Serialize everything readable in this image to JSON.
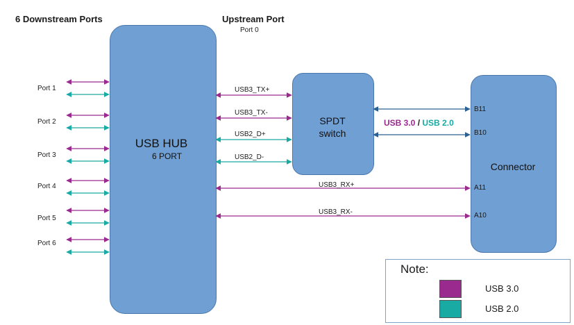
{
  "header": {
    "downstream_title": "6 Downstream Ports",
    "upstream_title": "Upstream Port",
    "upstream_sub": "Port 0"
  },
  "ports": [
    "Port 1",
    "Port 2",
    "Port 3",
    "Port 4",
    "Port 5",
    "Port 6"
  ],
  "hub": {
    "title": "USB HUB",
    "subtitle": "6 PORT"
  },
  "spdt": {
    "line1": "SPDT",
    "line2": "switch"
  },
  "connector": {
    "title": "Connector",
    "pins": [
      "B11",
      "B10",
      "A11",
      "A10"
    ]
  },
  "signals": {
    "tx_plus": "USB3_TX+",
    "tx_minus": "USB3_TX-",
    "d_plus": "USB2_D+",
    "d_minus": "USB2_D-",
    "rx_plus": "USB3_RX+",
    "rx_minus": "USB3_RX-"
  },
  "mux_label": {
    "usb3": "USB 3.0",
    "sep": "/",
    "usb2": "USB 2.0"
  },
  "note": {
    "title": "Note:",
    "items": [
      {
        "label": "USB 3.0",
        "color": "#9b2a8f"
      },
      {
        "label": "USB 2.0",
        "color": "#19aaa4"
      }
    ]
  },
  "colors": {
    "usb3": "#9b2a8f",
    "usb2": "#19aaa4",
    "link": "#2c5f92",
    "box": "#6f9fd3"
  }
}
